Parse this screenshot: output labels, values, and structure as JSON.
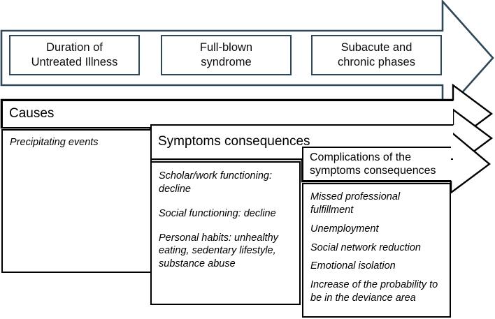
{
  "diagram": {
    "title_hidden": "",
    "colors": {
      "navy_arrow": "#2f4858",
      "black_arrow": "#000000",
      "background": "#ffffff",
      "text": "#0d0d0d"
    }
  },
  "timeline": {
    "phases": [
      {
        "line1": "Duration of",
        "line2": "Untreated Illness"
      },
      {
        "line1": "Full-blown",
        "line2": "syndrome"
      },
      {
        "line1": "Subacute and",
        "line2": "chronic phases"
      }
    ]
  },
  "sections": {
    "causes": {
      "header": "Causes",
      "items": [
        "Precipitating events"
      ]
    },
    "symptoms": {
      "header": "Symptoms consequences",
      "items": [
        "Scholar/work  functioning: decline",
        "Social functioning: decline",
        "Personal habits: unhealthy eating, sedentary lifestyle, substance abuse"
      ]
    },
    "complications": {
      "header_line1": "Complications of the",
      "header_line2": "symptoms consequences",
      "items": [
        "Missed professional fulfillment",
        "Unemployment",
        "Social network reduction",
        "Emotional isolation",
        "Increase of the probability to be in the deviance area"
      ]
    }
  }
}
